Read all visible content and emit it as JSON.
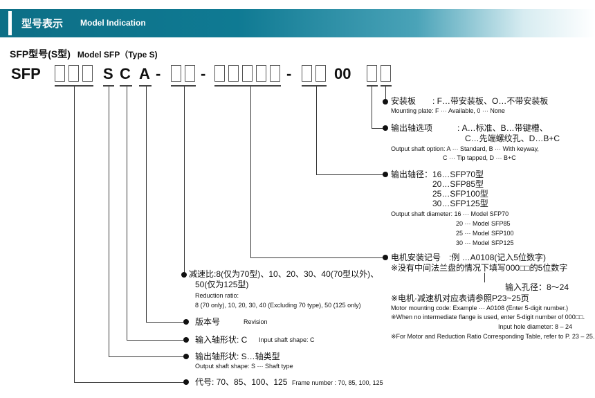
{
  "header": {
    "title_zh": "型号表示",
    "title_en": "Model Indication"
  },
  "subtitle": {
    "zh": "SFP型号(S型)",
    "en": "Model SFP（Type S)"
  },
  "code": {
    "prefix": "SFP",
    "s": "S",
    "c": "C",
    "a": "A",
    "dash": "-",
    "zeros": "00"
  },
  "items": {
    "mounting_plate": {
      "zh": "安装板　　: F…带安装板、O…不带安装板",
      "en": "Mounting plate: F ··· Available, 0 ··· None"
    },
    "output_shaft_option": {
      "zh1": "输出轴选项　　　: A…标准、B…带键槽、",
      "zh2": "C…先端螺纹孔、D…B+C",
      "en1": "Output shaft option: A ··· Standard, B ··· With keyway,",
      "en2": "C ··· Tip tapped, D ··· B+C"
    },
    "output_shaft_diameter": {
      "zh": [
        "输出轴径：16…SFP70型",
        "20…SFP85型",
        "25…SFP100型",
        "30…SFP125型"
      ],
      "en": [
        "Output shaft diameter: 16 ··· Model SFP70",
        "20 ··· Model SFP85",
        "25 ··· Model SFP100",
        "30 ··· Model SFP125"
      ]
    },
    "motor_mounting": {
      "zh1": "电机安装记号　:例 …A0108(记入5位数字)",
      "zh2": "※没有中间法兰盘的情况下填写000□□的5位数字",
      "zh3": "输入孔径：8～24",
      "zh4": "※电机·减速机对应表请参照P23~25页",
      "en1": "Motor mounting code: Example ··· A0108 (Enter 5-digit number.)",
      "en2": "※When no intermediate flange is used, enter 5-digit number of 000□□.",
      "en3": "Input hole diameter: 8 – 24",
      "en4": "※For Motor and Reduction Ratio Corresponding Table, refer to P. 23 – 25."
    },
    "reduction_ratio": {
      "zh1": "减速比:8(仅为70型)、10、20、30、40(70型以外)、",
      "zh2": "50(仅为125型)",
      "en1": "Reduction ratio:",
      "en2": "8 (70 only), 10, 20, 30, 40 (Excluding 70 type), 50 (125 only)"
    },
    "revision": {
      "zh": "版本号",
      "en": "Revision"
    },
    "input_shaft_shape": {
      "zh": "输入轴形状: C",
      "en": "Input shaft shape: C"
    },
    "output_shaft_shape": {
      "zh": "输出轴形状: S…轴类型",
      "en": "Output shaft shape: S ··· Shaft type"
    },
    "frame_number": {
      "zh": "代号: 70、85、100、125",
      "en": "Frame number : 70, 85, 100, 125"
    }
  }
}
